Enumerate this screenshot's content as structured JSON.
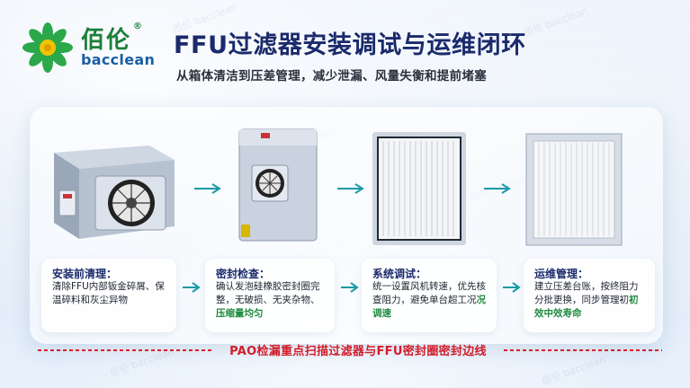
{
  "brand": {
    "name_cn": "佰伦",
    "registered_mark": "®",
    "name_en": "bacclean",
    "watermark_text": "佰伦 bacclean"
  },
  "header": {
    "title": "FFU过滤器安装调试与运维闭环",
    "subtitle": "从箱体清洁到压差管理，减少泄漏、风量失衡和提前堵塞"
  },
  "steps": [
    {
      "title": "安装前清理：",
      "text": "清除FFU内部钣金碎屑、保温碎料和灰尘异物",
      "highlight": "",
      "image_icon": "ffu-fan-filter-unit-illustration"
    },
    {
      "title": "密封检查：",
      "text": "确认发泡硅橡胶密封圈完整，无破损、无夹杂物、",
      "highlight": "压缩量均匀",
      "image_icon": "ffu-module-illustration"
    },
    {
      "title": "系统调试：",
      "text": "统一设置风机转速，优先核查阻力，避免单台超工况",
      "highlight": "况调速",
      "image_icon": "hepa-filter-panel-illustration"
    },
    {
      "title": "运维管理：",
      "text": "建立压差台账，按终阻力分批更换，同步管理初",
      "highlight": "初效中效寿命",
      "image_icon": "filter-frame-illustration"
    }
  ],
  "footer": {
    "pao_text": "PAO检漏重点扫描过滤器与FFU密封圈密封边线"
  },
  "colors": {
    "title": "#1a2a6b",
    "brand_green": "#1d7f3a",
    "brand_blue": "#1b5fa3",
    "highlight": "#1f8b3f",
    "accent_red": "#d11d2a",
    "arrow": "#1a9aa6"
  }
}
